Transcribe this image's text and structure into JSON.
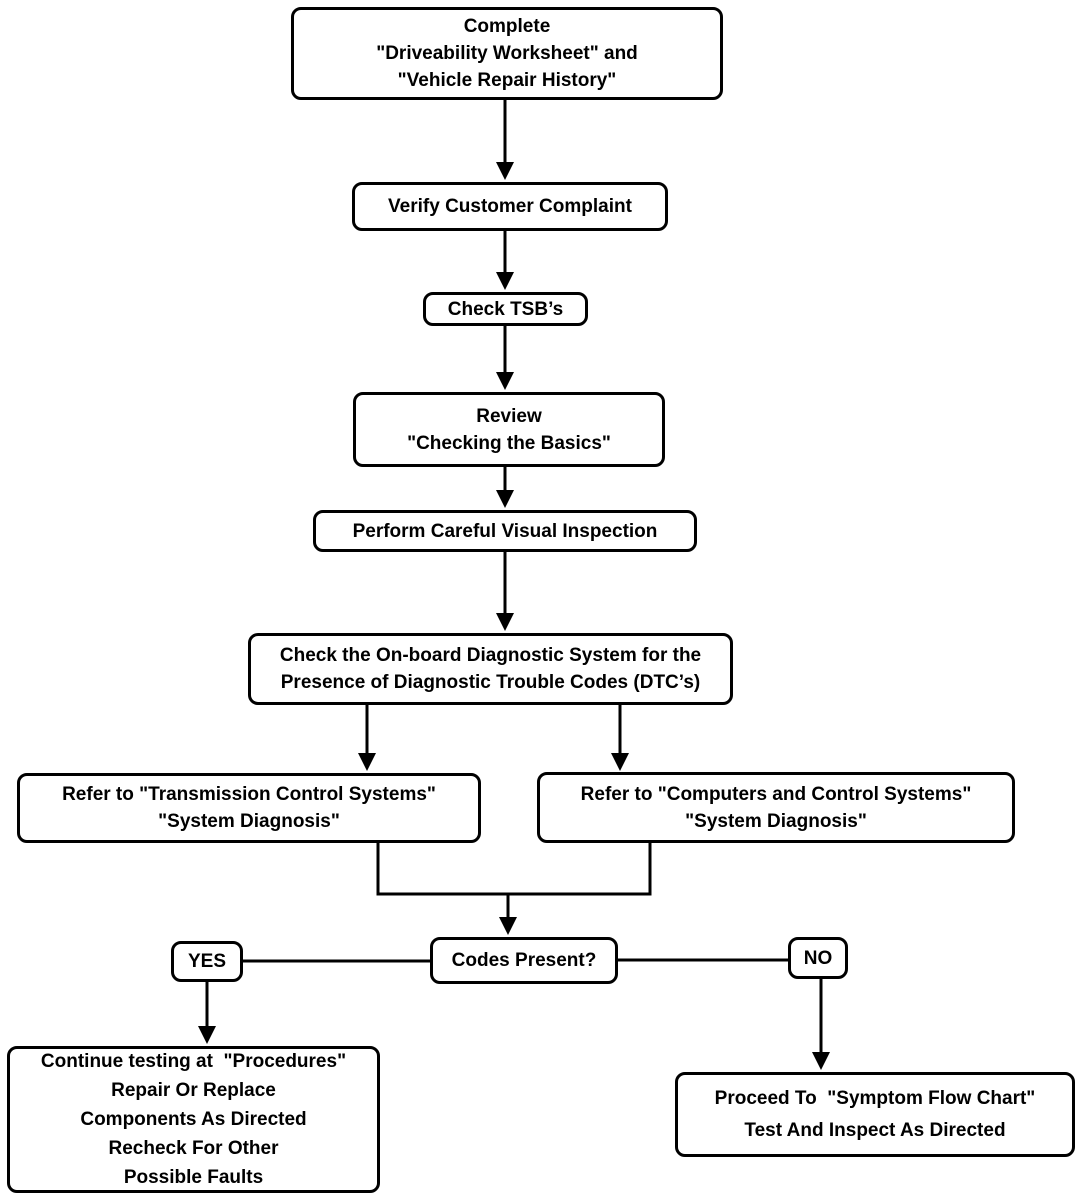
{
  "diagram_type": "flowchart",
  "colors": {
    "line": "#000000",
    "background": "#ffffff",
    "text": "#000000"
  },
  "nodes": {
    "complete_worksheet": {
      "lines": [
        "Complete",
        "\"Driveability Worksheet\" and",
        "\"Vehicle Repair History\""
      ]
    },
    "verify_complaint": {
      "lines": [
        "Verify Customer Complaint"
      ]
    },
    "check_tsbs": {
      "lines": [
        "Check TSB’s"
      ]
    },
    "review_basics": {
      "lines": [
        "Review",
        "\"Checking the Basics\""
      ]
    },
    "visual_inspection": {
      "lines": [
        "Perform Careful Visual Inspection"
      ]
    },
    "check_obd": {
      "lines": [
        "Check the On-board Diagnostic System for the",
        "Presence of Diagnostic Trouble Codes (DTC’s)"
      ]
    },
    "refer_transmission": {
      "lines": [
        "Refer to \"Transmission Control Systems\"",
        "\"System Diagnosis\""
      ]
    },
    "refer_computers": {
      "lines": [
        "Refer to \"Computers and Control Systems\"",
        "\"System Diagnosis\""
      ]
    },
    "codes_present": {
      "lines": [
        "Codes Present?"
      ]
    },
    "yes_label": {
      "lines": [
        "YES"
      ]
    },
    "no_label": {
      "lines": [
        "NO"
      ]
    },
    "continue_testing": {
      "lines": [
        "Continue testing at  \"Procedures\"",
        "Repair Or Replace",
        "Components As Directed",
        "Recheck For Other",
        "Possible Faults"
      ]
    },
    "proceed_symptom": {
      "lines": [
        "Proceed To  \"Symptom Flow Chart\"",
        "Test And Inspect As Directed"
      ]
    }
  }
}
